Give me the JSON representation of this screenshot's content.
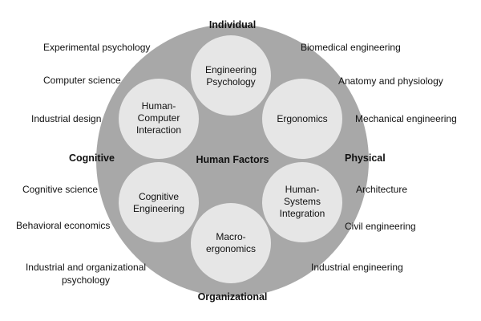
{
  "center_label": "Human Factors",
  "dimensions": {
    "top": "Individual",
    "bottom": "Organizational",
    "left": "Cognitive",
    "right": "Physical"
  },
  "subfields": {
    "engineering_psychology": "Engineering\nPsychology",
    "ergonomics": "Ergonomics",
    "human_systems_integration": "Human-\nSystems\nIntegration",
    "macroergonomics": "Macro-\nergonomics",
    "cognitive_engineering": "Cognitive\nEngineering",
    "hci": "Human-\nComputer\nInteraction"
  },
  "disciplines_left": [
    "Experimental psychology",
    "Computer science",
    "Industrial design",
    "Cognitive science",
    "Behavioral economics",
    "Industrial and organizational\npsychology"
  ],
  "disciplines_right": [
    "Biomedical engineering",
    "Anatomy and physiology",
    "Mechanical engineering",
    "Architecture",
    "Civil engineering",
    "Industrial engineering"
  ],
  "colors": {
    "big_circle": "#a8a8a8",
    "small_circle": "#e6e6e6",
    "text": "#111111"
  }
}
